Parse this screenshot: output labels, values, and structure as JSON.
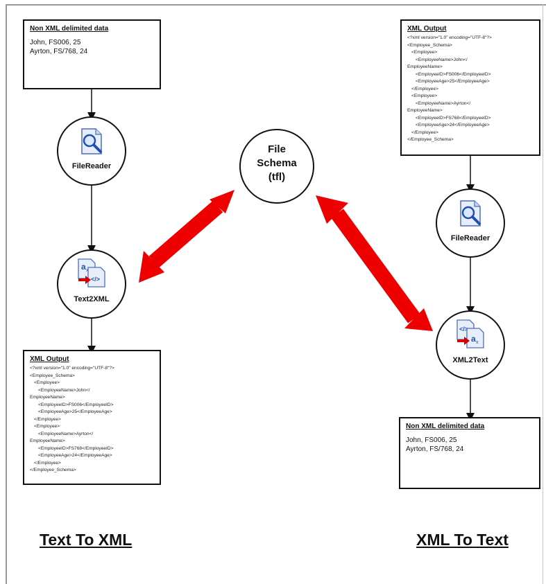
{
  "left_flow": {
    "input_box": {
      "title": "Non XML delimited data",
      "lines": [
        "John, FS006, 25",
        "Ayrton, FS/768, 24"
      ]
    },
    "reader_node": {
      "label": "FileReader",
      "icon": "magnifier-document-icon"
    },
    "transform_node": {
      "label": "Text2XML",
      "icon": "text-to-xml-icon"
    },
    "output_box": {
      "title": "XML Output",
      "lines": [
        "<?xml version=\"1.0\" encoding=\"UTF-8\"?>",
        "<Employee_Schema>",
        "  <Employee>",
        "    <EmployeeName>John</",
        "EmployeeName>",
        "    <EmployeeID>FS006</EmployeeID>",
        "    <EmployeeAge>25</EmployeeAge>",
        "  </Employee>",
        "  <Employee>",
        "    <EmployeeName>Ayrton</",
        "EmployeeName>",
        "    <EmployeeID>FS768</EmployeeID>",
        "    <EmployeeAge>24</EmployeeAge>",
        "  </Employee>",
        "</Employee_Schema>"
      ]
    },
    "caption": "Text To XML"
  },
  "center": {
    "schema_node": {
      "line1": "File",
      "line2": "Schema",
      "line3": "(tfl)"
    },
    "arrow_color": "#ee0000"
  },
  "right_flow": {
    "input_box": {
      "title": "XML Output",
      "lines": [
        "<?xml version=\"1.0\" encoding=\"UTF-8\"?>",
        "<Employee_Schema>",
        "  <Employee>",
        "    <EmployeeName>John</",
        "EmployeeName>",
        "    <EmployeeID>FS006</EmployeeID>",
        "    <EmployeeAge>25</EmployeeAge>",
        "  </Employee>",
        "  <Employee>",
        "    <EmployeeName>Ayrton</",
        "EmployeeName>",
        "    <EmployeeID>FS768</EmployeeID>",
        "    <EmployeeAge>24</EmployeeAge>",
        "  </Employee>",
        "</Employee_Schema>"
      ]
    },
    "reader_node": {
      "label": "FileReader",
      "icon": "magnifier-document-icon"
    },
    "transform_node": {
      "label": "XML2Text",
      "icon": "xml-to-text-icon"
    },
    "output_box": {
      "title": "Non XML delimited data",
      "lines": [
        "John, FS006, 25",
        "Ayrton, FS/768, 24"
      ]
    },
    "caption": "XML To Text"
  }
}
